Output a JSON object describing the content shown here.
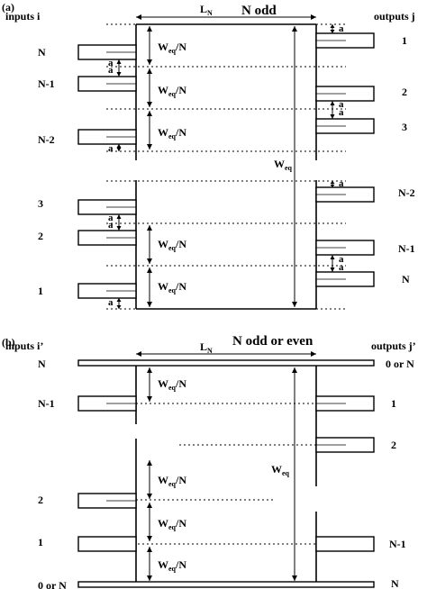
{
  "panel_a": {
    "tag": "(a)",
    "title": "N odd",
    "length_label": "L",
    "length_sub": "N",
    "inputs_header": "inputs i",
    "outputs_header": "outputs j",
    "input_labels": [
      "N",
      "N-1",
      "N-2",
      "3",
      "2",
      "1"
    ],
    "output_labels": [
      "1",
      "2",
      "3",
      "N-2",
      "N-1",
      "N"
    ],
    "width_label": "W",
    "width_sub": "eq",
    "segment_suffix": "/N",
    "gap_label": "a"
  },
  "panel_b": {
    "tag": "(b)",
    "title": "N odd or even",
    "length_label": "L",
    "length_sub": "N",
    "inputs_header": "inputs i’",
    "outputs_header": "outputs j’",
    "input_labels": [
      "N",
      "N-1",
      "2",
      "1",
      "0 or N"
    ],
    "output_labels": [
      "0 or N",
      "1",
      "2",
      "N-1",
      "N"
    ],
    "width_label": "W",
    "width_sub": "eq",
    "segment_suffix": "/N"
  }
}
